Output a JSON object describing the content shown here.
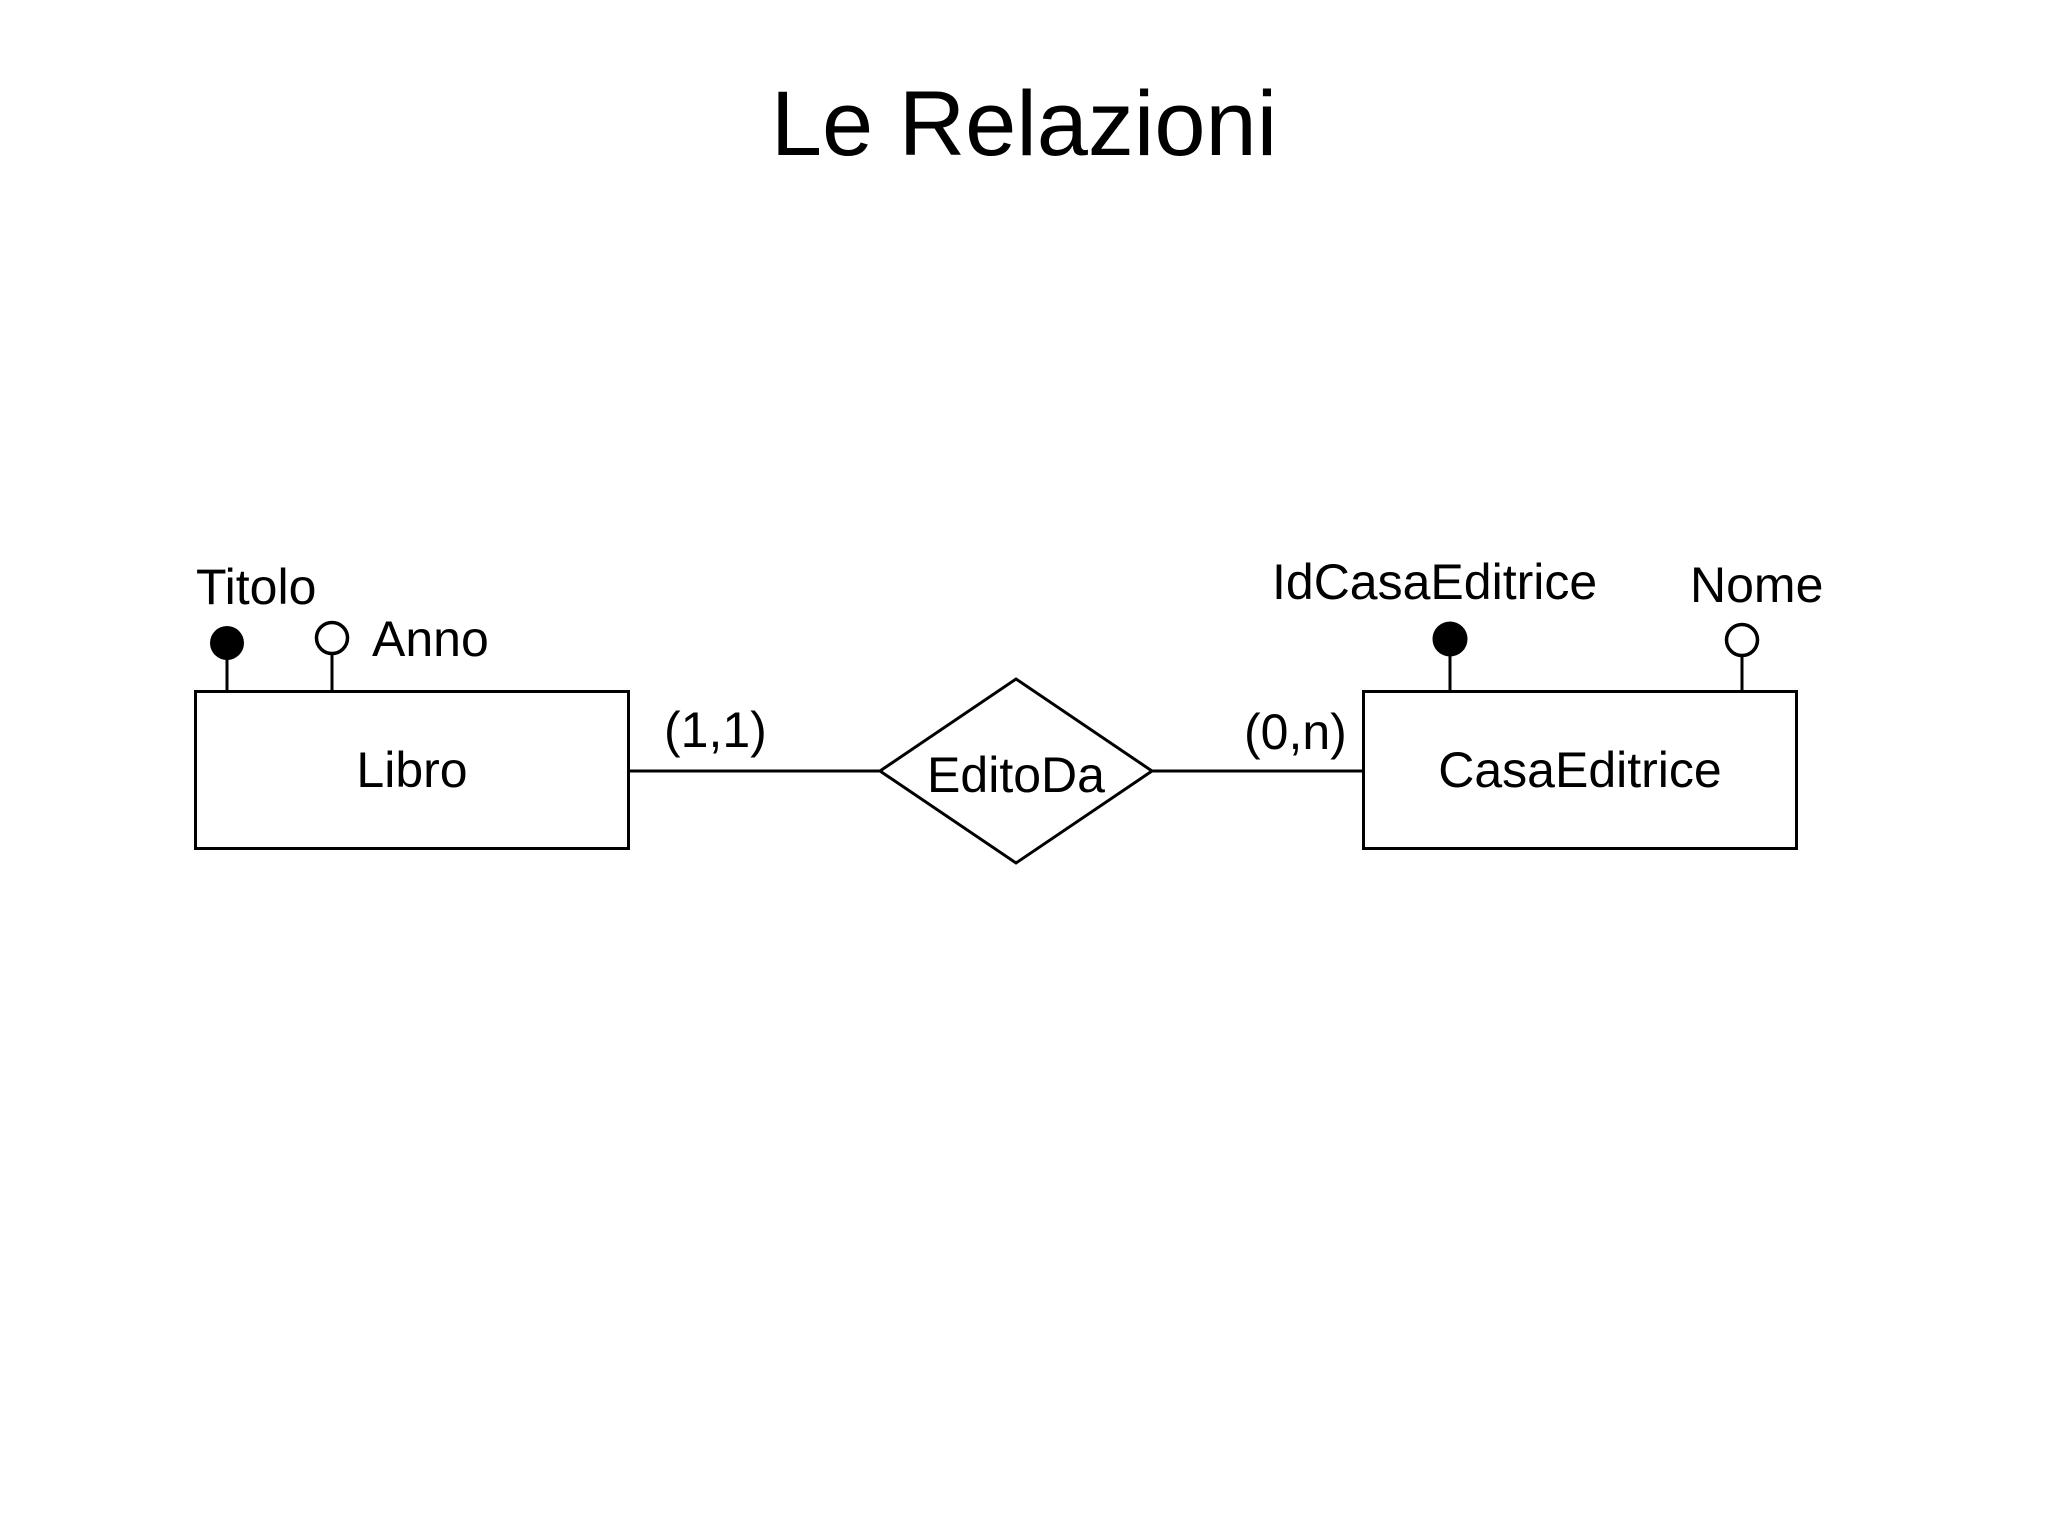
{
  "slide": {
    "title": "Le Relazioni"
  },
  "diagram": {
    "type": "entity-relationship",
    "colors": {
      "ink": "#000000",
      "background": "#ffffff"
    },
    "entities": [
      {
        "label": "Libro",
        "attributes": [
          {
            "label": "Titolo",
            "key": true,
            "marker": "filled-circle"
          },
          {
            "label": "Anno",
            "key": false,
            "marker": "open-circle"
          }
        ]
      },
      {
        "label": "CasaEditrice",
        "attributes": [
          {
            "label": "IdCasaEditrice",
            "key": true,
            "marker": "filled-circle"
          },
          {
            "label": "Nome",
            "key": false,
            "marker": "open-circle"
          }
        ]
      }
    ],
    "relationship": {
      "label": "EditoDa",
      "shape": "diamond",
      "cardinality_left": "(1,1)",
      "cardinality_right": "(0,n)"
    }
  }
}
